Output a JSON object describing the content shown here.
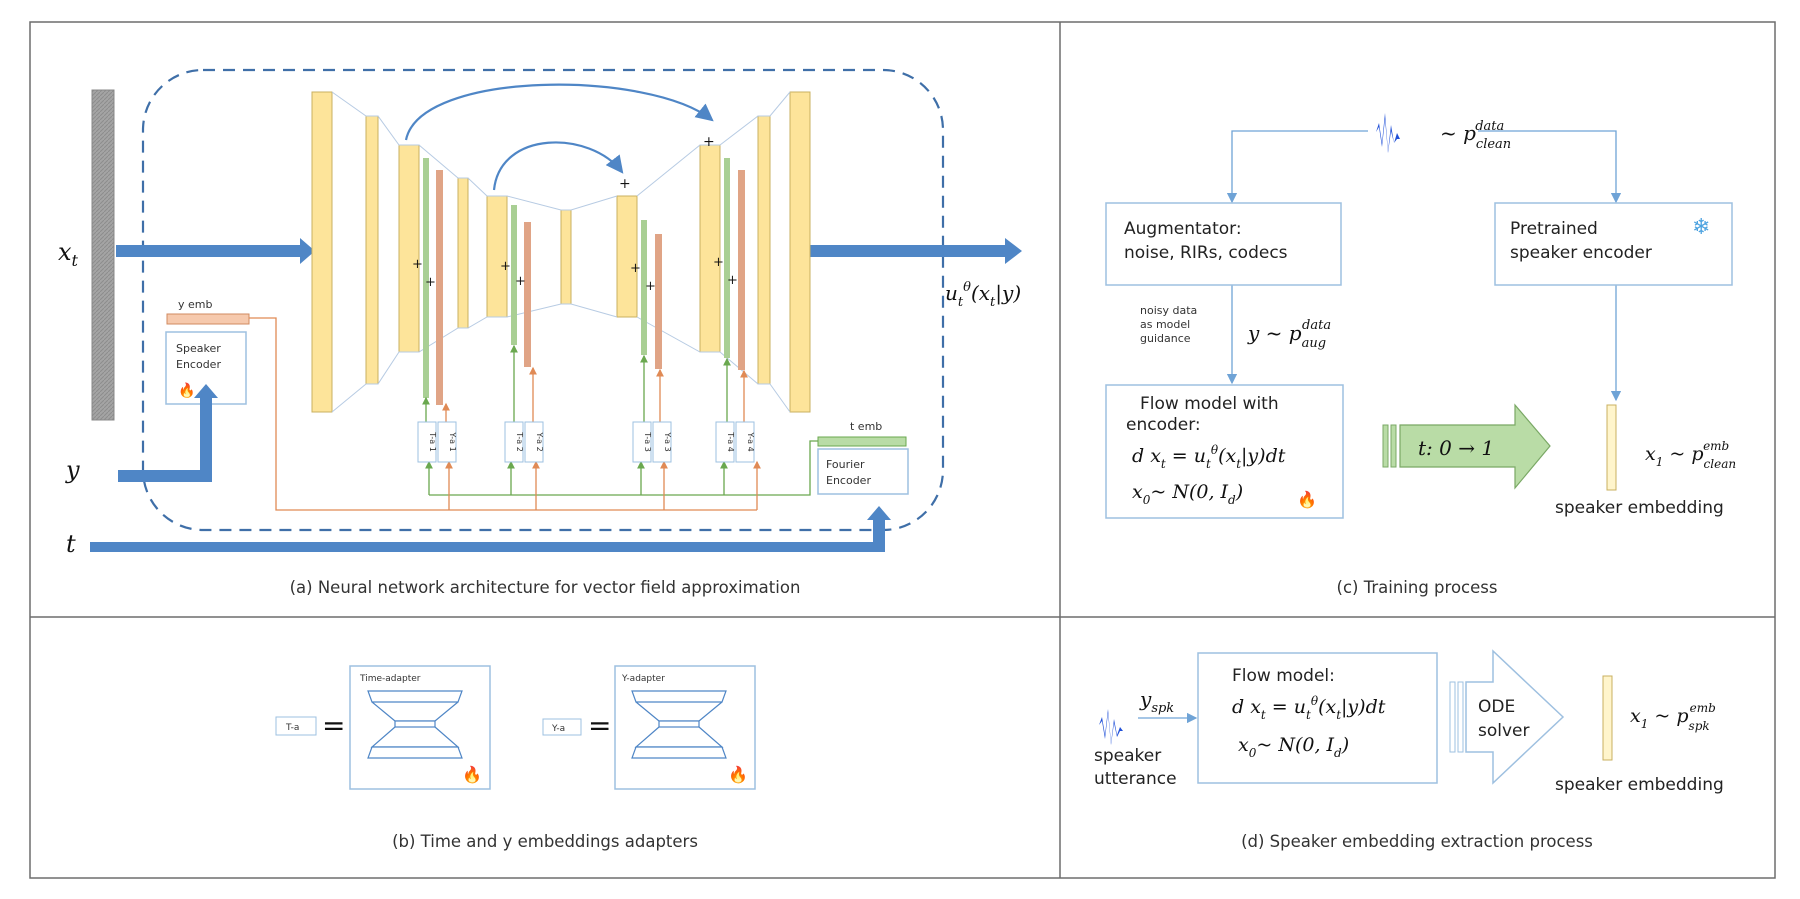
{
  "panel_a": {
    "caption": "(a) Neural network architecture for vector field approximation",
    "input_xt": "x_t",
    "input_y": "y",
    "input_t": "t",
    "output": "u_t^θ(x_t|y)",
    "y_emb": "y emb",
    "t_emb": "t emb",
    "speaker_encoder": [
      "Speaker",
      "Encoder"
    ],
    "fourier_encoder": [
      "Fourier",
      "Encoder"
    ],
    "adapters": [
      "T-a 1",
      "Y-a 1",
      "T-a 2",
      "Y-a 2",
      "T-a 3",
      "Y-a 3",
      "T-a 4",
      "Y-a 4"
    ]
  },
  "panel_b": {
    "caption": "(b) Time and y embeddings adapters",
    "time_chip": "T-a",
    "y_chip": "Y-a",
    "equals": "=",
    "time_adapter_title": "Time-adapter",
    "y_adapter_title": "Y-adapter"
  },
  "panel_c": {
    "caption": "(c) Training process",
    "clean_dist": "~ p_clean^data",
    "augmentator": [
      "Augmentator:",
      "noise, RIRs, codecs"
    ],
    "pretrained": [
      "Pretrained",
      "speaker encoder"
    ],
    "noisy_note": [
      "noisy data",
      "as model",
      "guidance"
    ],
    "y_dist": "y ~ p_aug^data",
    "flow_title": [
      "Flow model with",
      "encoder:"
    ],
    "flow_eq": "d x_t = u_t^θ(x_t|y)dt",
    "x0_eq": "x_0 ~ N(0, I_d)",
    "t_arrow": "t: 0 → 1",
    "x1_eq": "x_1 ~ p_clean^emb",
    "spk_emb": "speaker embedding"
  },
  "panel_d": {
    "caption": "(d) Speaker embedding extraction process",
    "y_spk": "y_spk",
    "speaker_utt": [
      "speaker",
      "utterance"
    ],
    "flow_title": "Flow model:",
    "flow_eq": "d x_t = u_t^θ(x_t|y)dt",
    "x0_eq": "x_0 ~ N(0, I_d)",
    "ode": [
      "ODE",
      "solver"
    ],
    "x1_eq": "x_1 ~ p_spk^emb",
    "spk_emb": "speaker embedding"
  },
  "colors": {
    "arrow_blue": "#4f86c6",
    "block_yellow": "#fde49a",
    "adapter_green": "#a9cf94",
    "adapter_orange": "#e0a486",
    "line_orange": "#e08a55",
    "line_green": "#6aa84f",
    "box_blue": "#9ec0e0",
    "frame_gray": "#6d6d6d",
    "xt_gray": "#9a9a9a",
    "emb_arrow_green": "#b9dca6"
  }
}
